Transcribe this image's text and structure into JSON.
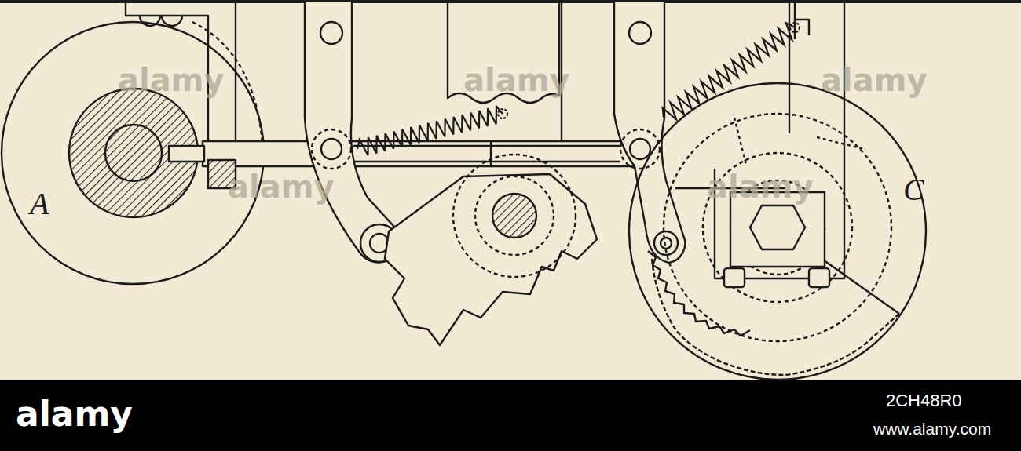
{
  "diagram": {
    "labels": [
      "A",
      "C",
      "alamy",
      "alamy",
      "alamy",
      "alamy",
      "alamy",
      "alamy",
      "2CH48R0",
      "www.alamy.com"
    ]
  }
}
